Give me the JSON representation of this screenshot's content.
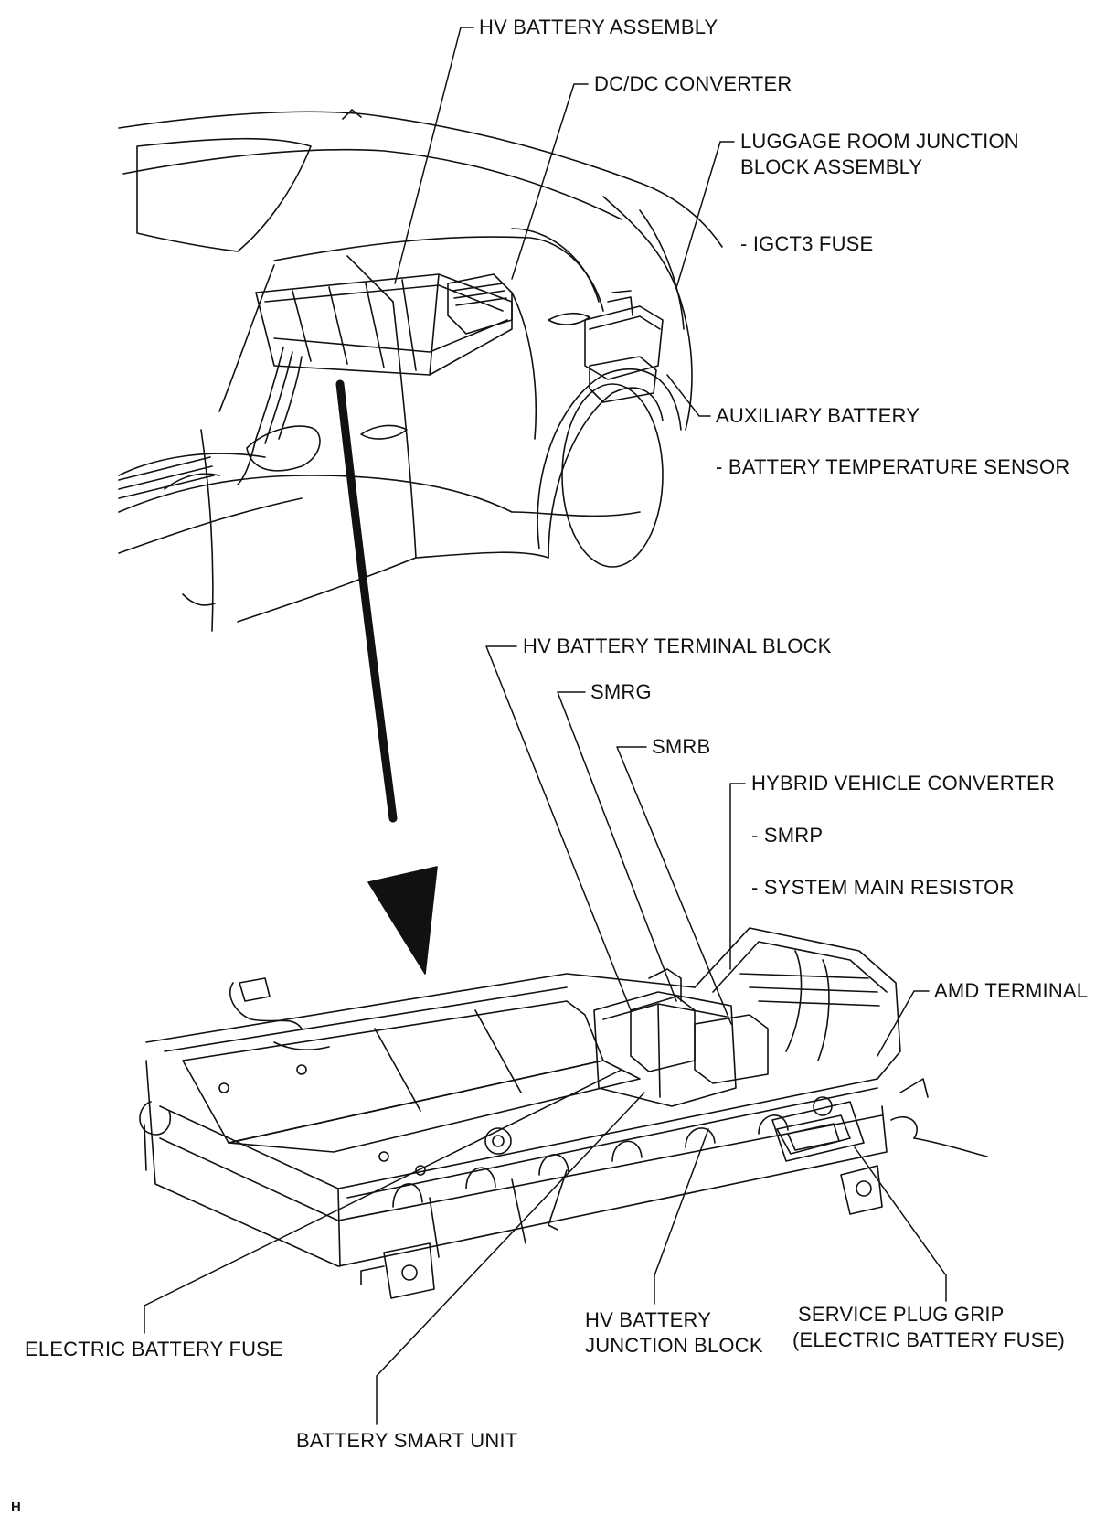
{
  "colors": {
    "line": "#111111",
    "background": "#ffffff"
  },
  "labels": {
    "hv_battery_assembly": "HV BATTERY ASSEMBLY",
    "dc_dc_converter": "DC/DC CONVERTER",
    "luggage_room_junction_line1": "LUGGAGE ROOM JUNCTION",
    "luggage_room_junction_line2": "BLOCK ASSEMBLY",
    "igct3_fuse": "- IGCT3 FUSE",
    "auxiliary_battery": "AUXILIARY BATTERY",
    "battery_temperature_sensor": "- BATTERY TEMPERATURE SENSOR",
    "hv_battery_terminal_block": "HV BATTERY TERMINAL BLOCK",
    "smrg": "SMRG",
    "smrb": "SMRB",
    "hybrid_vehicle_converter": "HYBRID VEHICLE CONVERTER",
    "smrp": "- SMRP",
    "system_main_resistor": "- SYSTEM MAIN RESISTOR",
    "amd_terminal": "AMD TERMINAL",
    "service_plug_grip_line1": "SERVICE PLUG GRIP",
    "service_plug_grip_line2": "(ELECTRIC BATTERY FUSE)",
    "electric_battery_fuse": "ELECTRIC BATTERY FUSE",
    "hv_battery_junction_block_line1": "HV BATTERY",
    "hv_battery_junction_block_line2": "JUNCTION BLOCK",
    "battery_smart_unit": "BATTERY SMART UNIT",
    "figure_code": "H"
  }
}
